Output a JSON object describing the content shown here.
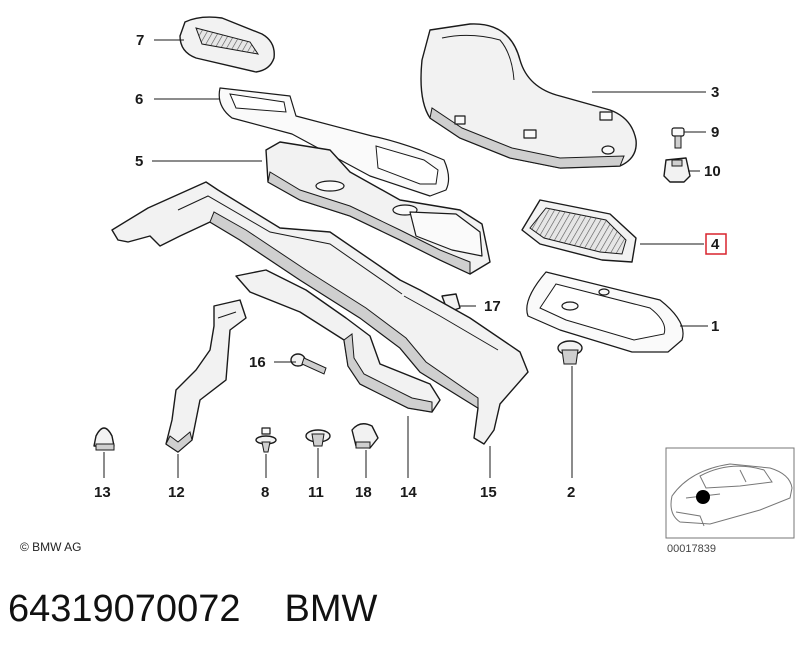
{
  "diagram": {
    "callouts": [
      {
        "id": "c7",
        "label": "7"
      },
      {
        "id": "c6",
        "label": "6"
      },
      {
        "id": "c5",
        "label": "5"
      },
      {
        "id": "c3",
        "label": "3"
      },
      {
        "id": "c9",
        "label": "9"
      },
      {
        "id": "c10",
        "label": "10"
      },
      {
        "id": "c4",
        "label": "4",
        "highlighted": true
      },
      {
        "id": "c1",
        "label": "1"
      },
      {
        "id": "c17",
        "label": "17"
      },
      {
        "id": "c16",
        "label": "16"
      },
      {
        "id": "c13",
        "label": "13"
      },
      {
        "id": "c12",
        "label": "12"
      },
      {
        "id": "c8",
        "label": "8"
      },
      {
        "id": "c11",
        "label": "11"
      },
      {
        "id": "c18",
        "label": "18"
      },
      {
        "id": "c14",
        "label": "14"
      },
      {
        "id": "c15",
        "label": "15"
      },
      {
        "id": "c2",
        "label": "2"
      }
    ],
    "highlight_color": "#d9232d",
    "copyright": "© BMW AG",
    "image_number": "00017839"
  },
  "footer": {
    "part_number": "64319070072",
    "brand": "BMW"
  }
}
